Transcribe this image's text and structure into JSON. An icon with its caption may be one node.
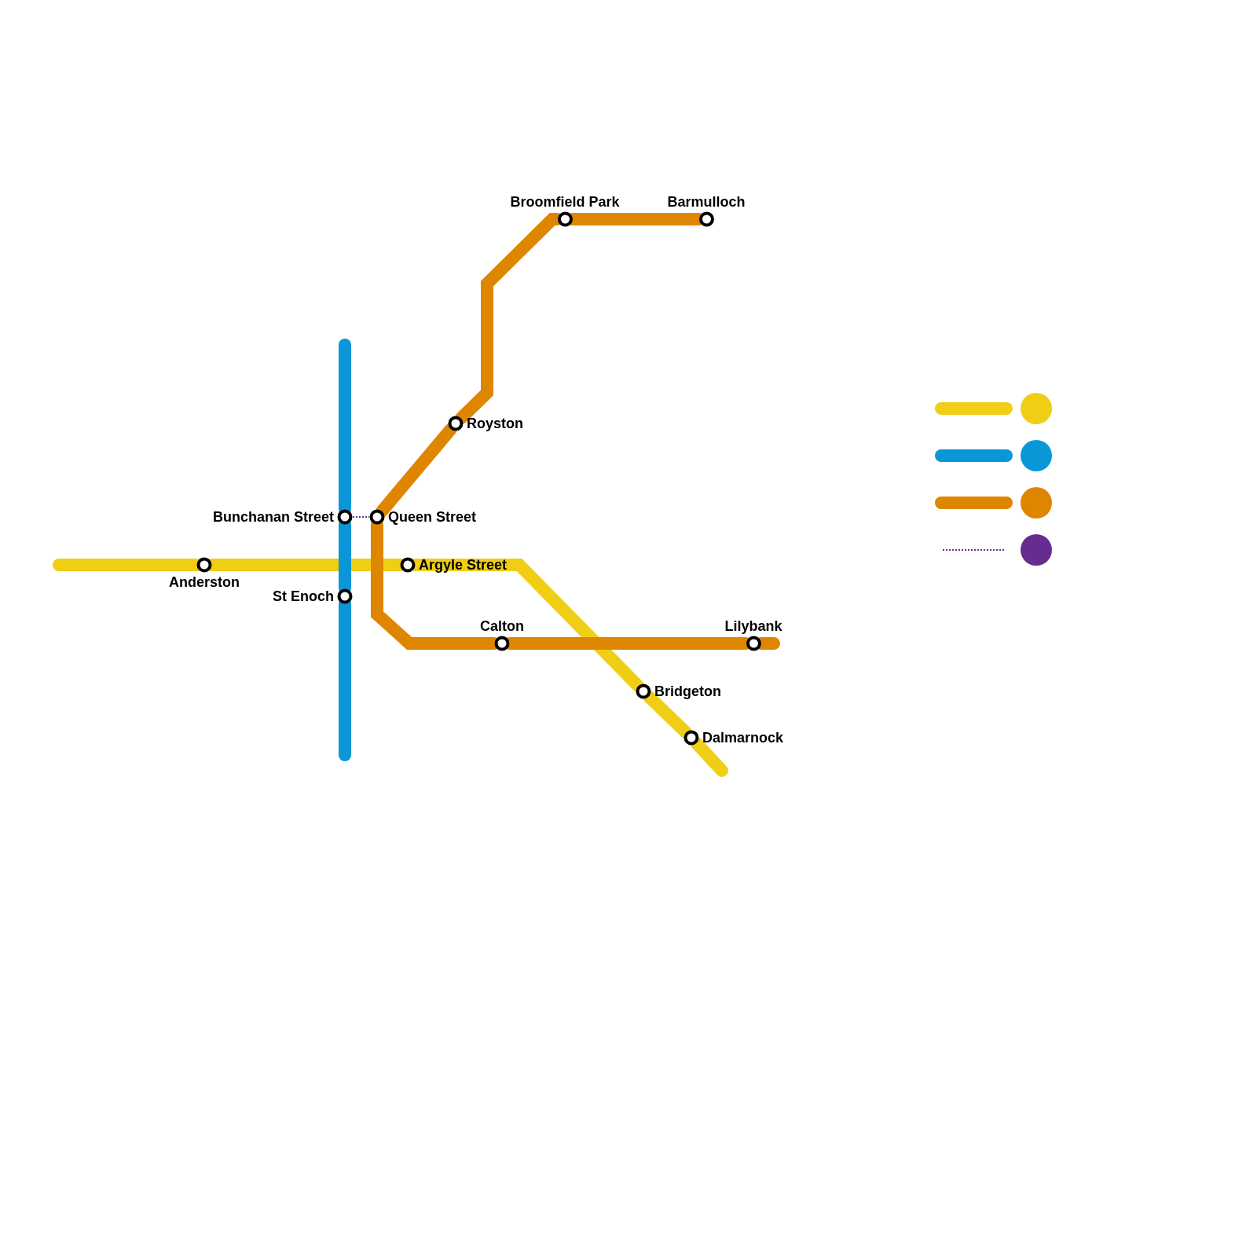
{
  "diagram": {
    "nodes": [
      {
        "text": [
          "Anderston"
        ]
      },
      {
        "text": [
          "Bunchanan Street"
        ]
      },
      {
        "text": [
          "St Enoch"
        ]
      },
      {
        "text": [
          "Queen Street"
        ]
      },
      {
        "text": [
          "Royston"
        ]
      },
      {
        "text": [
          "Broomfield Park"
        ]
      },
      {
        "text": [
          "Barmulloch"
        ]
      },
      {
        "text": [
          "Argyle Street"
        ]
      },
      {
        "text": [
          "Calton"
        ]
      },
      {
        "text": [
          "Lilybank"
        ]
      },
      {
        "text": [
          "Bridgeton"
        ]
      },
      {
        "text": [
          "Dalmarnock"
        ]
      }
    ],
    "edges": [
      {
        "from": null,
        "to": 0,
        "arrow": "none",
        "color": "#f0ce15"
      },
      {
        "from": 0,
        "to": 7,
        "arrow": "none",
        "color": "#f0ce15"
      },
      {
        "from": 7,
        "to": 10,
        "arrow": "none",
        "color": "#f0ce15"
      },
      {
        "from": 10,
        "to": 11,
        "arrow": "none",
        "color": "#f0ce15"
      },
      {
        "from": 11,
        "to": null,
        "arrow": "none",
        "color": "#f0ce15"
      },
      {
        "from": null,
        "to": 1,
        "arrow": "none",
        "color": "#0a97d8"
      },
      {
        "from": 1,
        "to": 2,
        "arrow": "none",
        "color": "#0a97d8"
      },
      {
        "from": 2,
        "to": null,
        "arrow": "none",
        "color": "#0a97d8"
      },
      {
        "from": 3,
        "to": 4,
        "arrow": "none",
        "color": "#df8600"
      },
      {
        "from": 4,
        "to": 5,
        "arrow": "none",
        "color": "#df8600"
      },
      {
        "from": 5,
        "to": 6,
        "arrow": "none",
        "color": "#df8600"
      },
      {
        "from": 3,
        "to": 8,
        "arrow": "none",
        "color": "#df8600"
      },
      {
        "from": 8,
        "to": 9,
        "arrow": "none",
        "color": "#df8600"
      },
      {
        "from": 9,
        "to": null,
        "arrow": "none",
        "color": "#df8600"
      },
      {
        "from": 1,
        "to": 3,
        "arrow": "none",
        "style": "dashed",
        "color": "#662c90"
      }
    ]
  }
}
